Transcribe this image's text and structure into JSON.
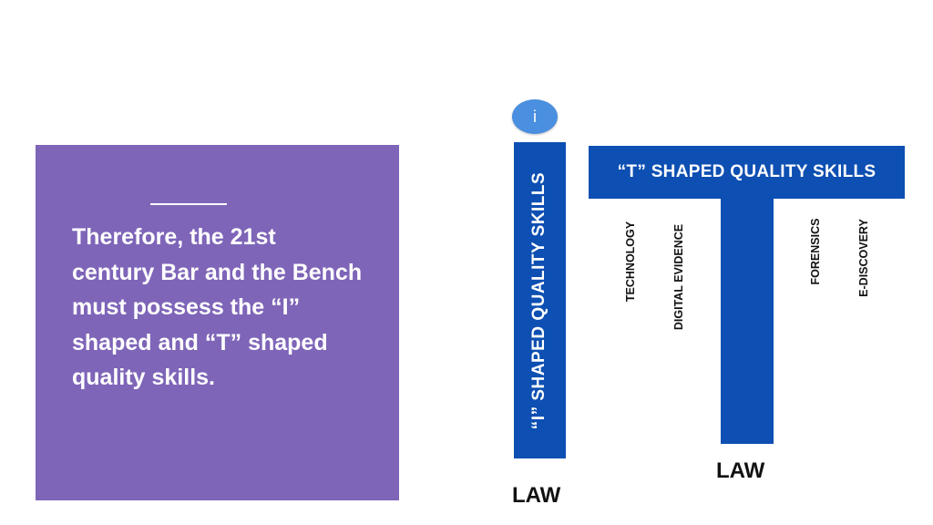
{
  "text_box": {
    "body": "Therefore, the 21st century Bar and the Bench must possess the “I” shaped and “T” shaped quality skills."
  },
  "info_button": {
    "label": "i"
  },
  "i_shape": {
    "label": "“I” SHAPED QUALITY SKILLS",
    "base_label": "LAW"
  },
  "t_shape": {
    "top_label": "“T” SHAPED QUALITY SKILLS",
    "base_label": "LAW",
    "skills": [
      "TECHNOLOGY",
      "DIGITAL EVIDENCE",
      "FORENSICS",
      "E-DISCOVERY"
    ]
  },
  "colors": {
    "purple_box": "#7e65b8",
    "blue_bar": "#0d4fb2",
    "info_circle": "#4a8fe0"
  }
}
